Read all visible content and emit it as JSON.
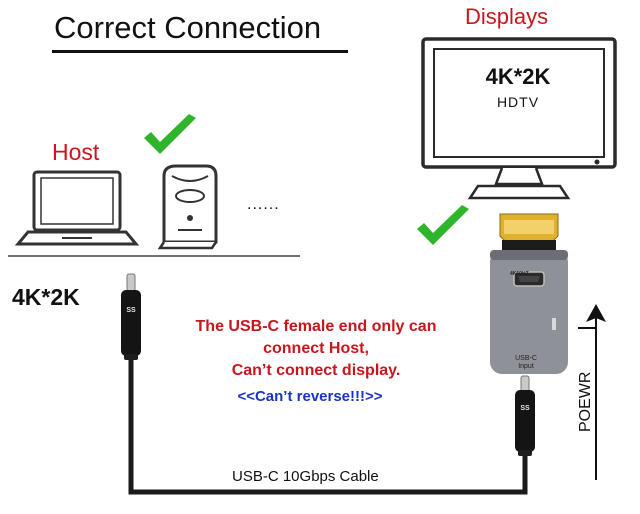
{
  "title": "Correct Connection",
  "displays_label": "Displays",
  "host_label": "Host",
  "tv": {
    "resolution": "4K*2K",
    "subtitle": "HDTV"
  },
  "left_resolution": "4K*2K",
  "more_devices": "......",
  "note": {
    "line1": "The USB-C female end only can",
    "line2": "connect Host,",
    "line3": "Can’t connect display."
  },
  "reverse_warning": "<<Can’t reverse!!!>>",
  "cable_label": "USB-C 10Gbps Cable",
  "power_label": "POEWR",
  "adapter": {
    "badge": "4K60HZ",
    "port_line1": "USB-C",
    "port_line2": "Input"
  },
  "colors": {
    "red": "#c8161d",
    "blue": "#1a33c6",
    "check_green": "#2fb52a",
    "adapter_body": "#8f9199"
  },
  "icons": [
    "check-icon",
    "laptop-icon",
    "desktop-tower-icon",
    "monitor-icon",
    "usb-c-connector-icon",
    "hdmi-adapter-icon",
    "arrow-up-icon"
  ]
}
